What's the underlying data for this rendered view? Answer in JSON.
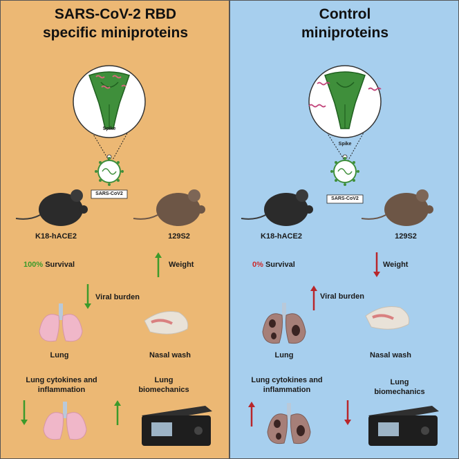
{
  "left": {
    "title_line1": "SARS-CoV-2 RBD",
    "title_line2": "specific miniproteins",
    "spike": "Spike",
    "virus": "SARS-CoV2",
    "mouse1": "K18-hACE2",
    "mouse2": "129S2",
    "survival_pct": "100%",
    "survival": "Survival",
    "weight": "Weight",
    "viral_burden": "Viral burden",
    "lung": "Lung",
    "nasal_wash": "Nasal wash",
    "cytokines": "Lung cytokines and inflammation",
    "biomechanics": "Lung biomechanics"
  },
  "right": {
    "title_line1": "Control",
    "title_line2": "miniproteins",
    "spike": "Spike",
    "virus": "SARS-CoV2",
    "mouse1": "K18-hACE2",
    "mouse2": "129S2",
    "survival_pct": "0%",
    "survival": "Survival",
    "weight": "Weight",
    "viral_burden": "Viral burden",
    "lung": "Lung",
    "nasal_wash": "Nasal wash",
    "cytokines": "Lung cytokines and inflammation",
    "biomechanics": "Lung biomechanics"
  },
  "colors": {
    "left_bg": "#ecb874",
    "right_bg": "#a7cfee",
    "up_green": "#3c9a2a",
    "down_red": "#b8262b"
  }
}
